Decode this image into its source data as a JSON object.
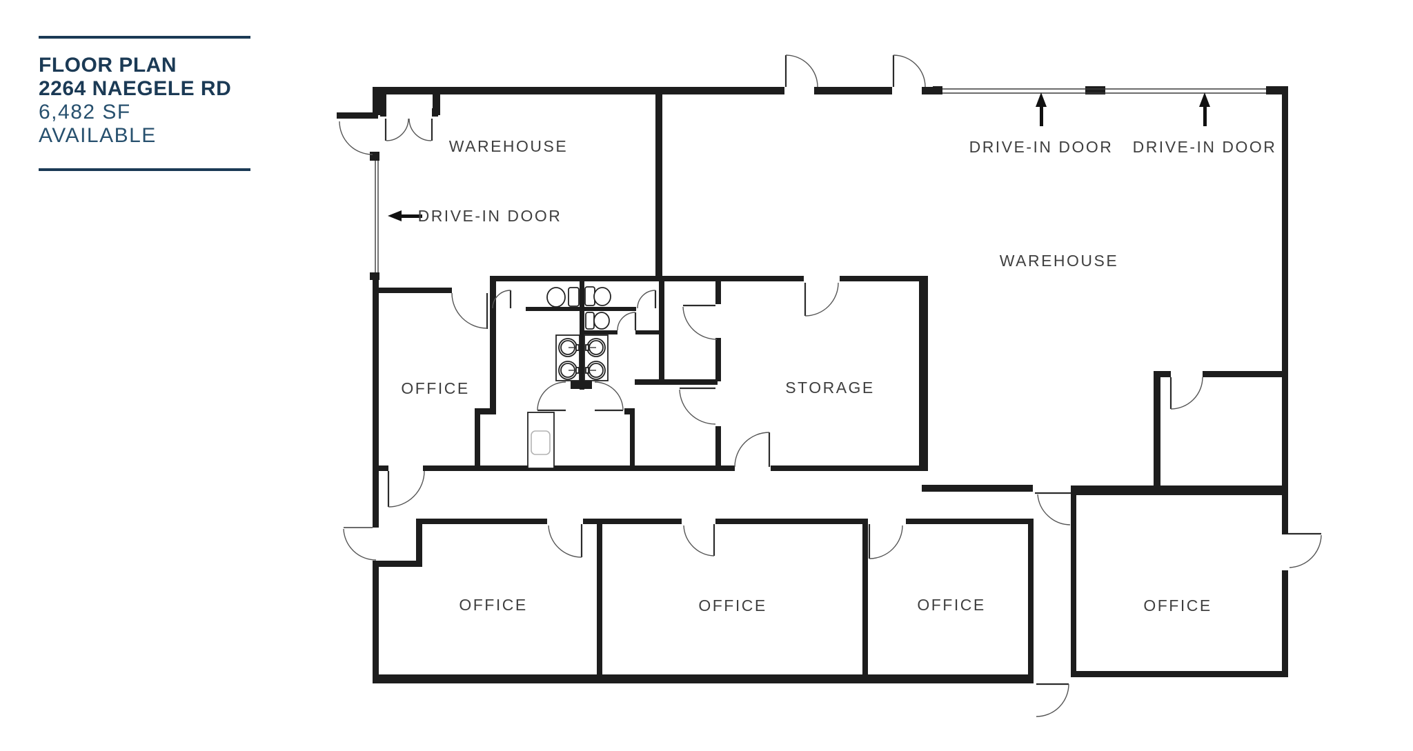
{
  "title_block": {
    "heading_line1": "FLOOR PLAN",
    "heading_line2": "2264 NAEGELE RD",
    "subheading": "6,482 SF AVAILABLE",
    "accent_color": "#1b3a55"
  },
  "floor_plan": {
    "rooms": [
      {
        "id": "warehouse-left",
        "label": "WAREHOUSE"
      },
      {
        "id": "warehouse-right",
        "label": "WAREHOUSE"
      },
      {
        "id": "storage",
        "label": "STORAGE"
      },
      {
        "id": "office-mid-left",
        "label": "OFFICE"
      },
      {
        "id": "office-1",
        "label": "OFFICE"
      },
      {
        "id": "office-2",
        "label": "OFFICE"
      },
      {
        "id": "office-3",
        "label": "OFFICE"
      },
      {
        "id": "office-4",
        "label": "OFFICE"
      }
    ],
    "annotations": [
      {
        "id": "drive-in-left",
        "label": "DRIVE-IN DOOR",
        "arrow_direction": "left"
      },
      {
        "id": "drive-in-top-first",
        "label": "DRIVE-IN DOOR",
        "arrow_direction": "up"
      },
      {
        "id": "drive-in-top-second",
        "label": "DRIVE-IN DOOR",
        "arrow_direction": "up"
      }
    ],
    "colors": {
      "wall": "#1d1d1d",
      "label_text": "#3f3f3f",
      "background": "#ffffff"
    }
  }
}
